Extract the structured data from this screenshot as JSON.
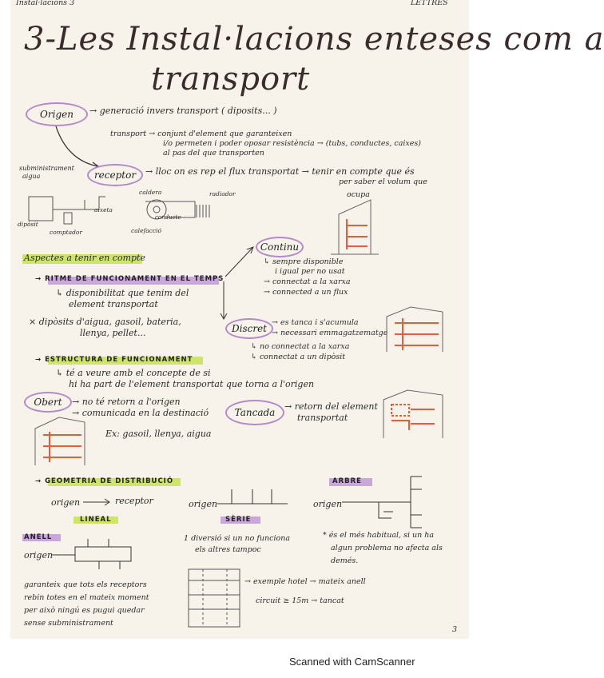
{
  "header": {
    "left": "Instal·lacions 3",
    "right": "LETTRES"
  },
  "title": {
    "line1": "3-Les Instal·lacions enteses com a",
    "line2": "transport"
  },
  "origen": {
    "label": "Origen",
    "text": "→ generació invers transport ( diposits... )"
  },
  "transport": {
    "line1": "transport → conjunt d'element que garanteixen",
    "line2": "i/o permeten i poder oposar resistència → (tubs, conductes, caixes)",
    "line3": "al pas del que transporten"
  },
  "receptor": {
    "side_label_1": "subministrament",
    "side_label_2": "aigua",
    "label": "receptor",
    "text1": "→ lloc on es rep el flux transportat → tenir en compte que és",
    "text2": "per saber el volum que",
    "text3": "ocupa"
  },
  "sketch_labels": {
    "aixeta": "aixeta",
    "diposit": "dipòsit",
    "comptador": "comptador",
    "caldera": "caldera",
    "radiador": "radiador",
    "calefaccio": "calefacció",
    "conducte": "conducte"
  },
  "aspectes": {
    "heading": "Aspectes a tenir en compte"
  },
  "ritme": {
    "heading": "→ RITME DE FUNCIONAMENT EN EL TEMPS",
    "l1": "↳ disponibilitat que tenim del",
    "l2": "element transportat",
    "l3": "× dipòsits d'aigua, gasoil, bateria,",
    "l4": "llenya, pellet..."
  },
  "continu": {
    "label": "Continu",
    "l1": "↳ sempre disponible",
    "l2": "i igual per no usat",
    "l3": "→ connectat a la xarxa",
    "l4": "→ connected a un flux"
  },
  "discret": {
    "label": "Discret",
    "l1": "→ es tanca i s'acumula",
    "l2": "→ necessari emmagatzematge",
    "l3": "↳ no connectat a la xarxa",
    "l4": "↳ connectat a un dipòsit"
  },
  "estructura": {
    "heading": "→ ESTRUCTURA DE FUNCIONAMENT",
    "l1": "↳ té a veure amb el concepte de si",
    "l2": "hi ha part de l'element transportat que torna a l'origen"
  },
  "obert": {
    "label": "Obert",
    "l1": "→ no té retorn a l'origen",
    "l2": "→ comunicada en la destinació",
    "example": "Ex: gasoil, llenya, aigua"
  },
  "tancat": {
    "label": "Tancada",
    "l1": "→ retorn del element",
    "l2": "transportat"
  },
  "geometria": {
    "heading": "→ GEOMETRIA DE DISTRIBUCIÓ",
    "origen": "origen",
    "receptor": "receptor",
    "lineal": "LINEAL",
    "serie": "SÈRIE",
    "arbre": "ARBRE",
    "anell": "ANELL"
  },
  "serie_text": {
    "l1": "1 diversió si un no funciona",
    "l2": "els altres tampoc"
  },
  "arbre_text": {
    "l1": "* és el més habitual, si un ha",
    "l2": "algun problema no afecta als",
    "l3": "demés."
  },
  "anell_text": {
    "l1": "garanteix que tots els receptors",
    "l2": "rebin totes en el mateix moment",
    "l3": "per això ningú es pugui quedar",
    "l4": "sense subministrament"
  },
  "building_notes": {
    "l1": "→ exemple hotel → mateix anell",
    "l2": "circuit ≥ 15m → tancat"
  },
  "page_number": "3",
  "footer": "Scanned with CamScanner",
  "colors": {
    "accent_purple": "#b48ac8",
    "highlight_green": "#cfe56a",
    "sketch_orange": "#e0603a"
  }
}
